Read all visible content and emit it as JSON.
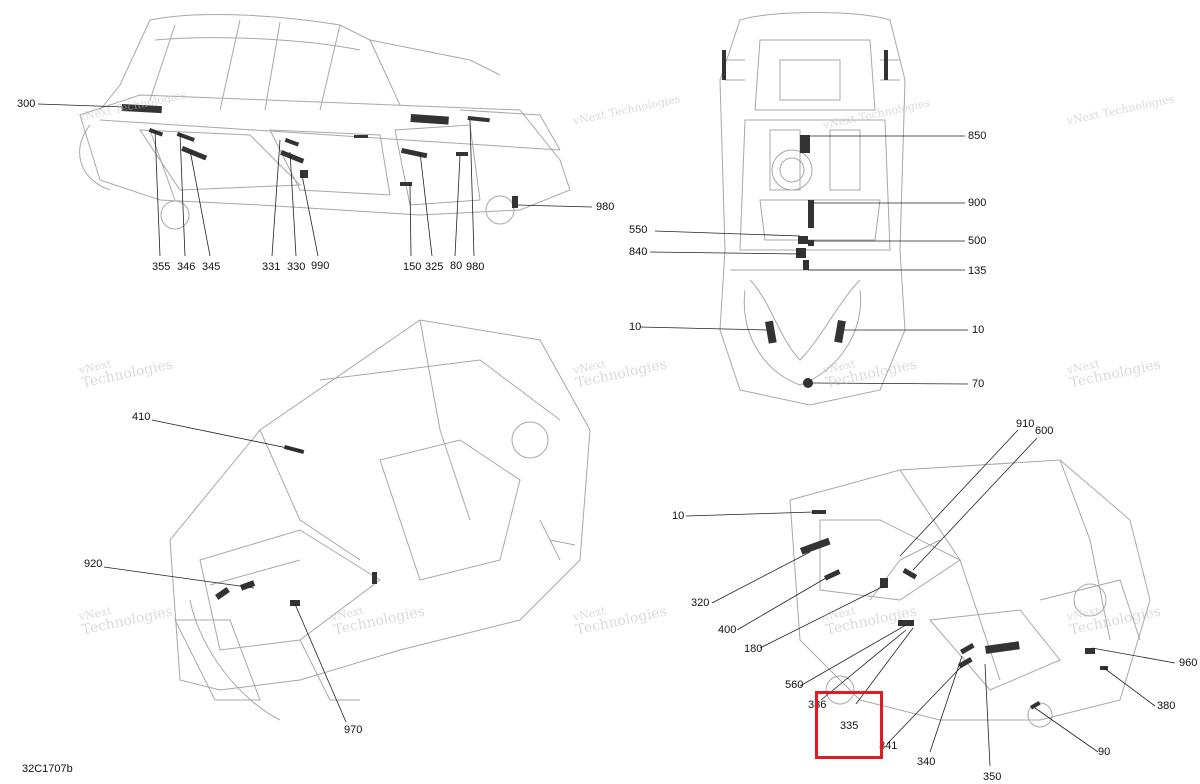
{
  "diagram": {
    "doc_id": "32C1707b",
    "watermark": {
      "line1": "vNext",
      "line2": "Technologies",
      "inline": "vNext Technologies"
    },
    "highlight_color": "#e01b24",
    "callouts": {
      "c300": "300",
      "c980a": "980",
      "c355": "355",
      "c346": "346",
      "c345": "345",
      "c331": "331",
      "c330": "330",
      "c990": "990",
      "c150": "150",
      "c325": "325",
      "c80": "80",
      "c980b": "980",
      "c850": "850",
      "c900": "900",
      "c550": "550",
      "c500": "500",
      "c840": "840",
      "c135": "135",
      "c10l": "10",
      "c10r": "10",
      "c70": "70",
      "c410": "410",
      "c920": "920",
      "c970": "970",
      "c910": "910",
      "c600": "600",
      "c10c": "10",
      "c320": "320",
      "c400": "400",
      "c180": "180",
      "c960": "960",
      "c560": "560",
      "c336": "336",
      "c335": "335",
      "c380": "380",
      "c341": "341",
      "c340": "340",
      "c90": "90",
      "c350": "350"
    }
  }
}
